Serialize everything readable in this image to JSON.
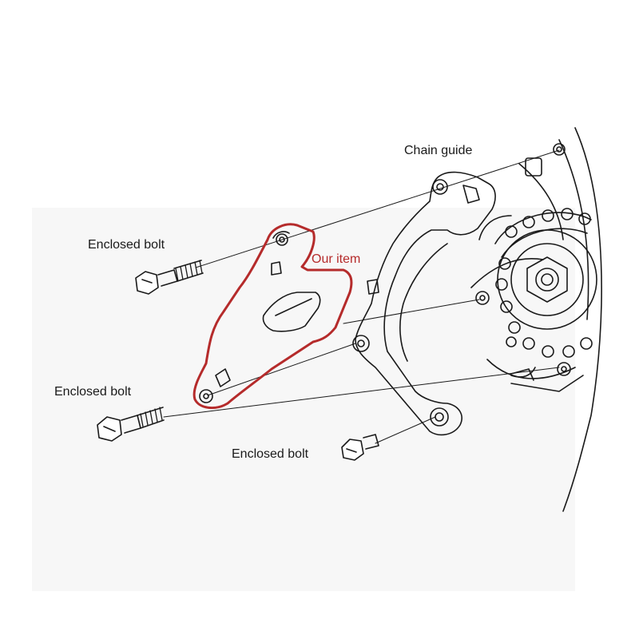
{
  "labels": {
    "chain_guide": "Chain guide",
    "bolt_top": "Enclosed bolt",
    "bolt_left": "Enclosed bolt",
    "bolt_bottom": "Enclosed bolt",
    "our_item": "Our item"
  },
  "colors": {
    "line": "#1a1a1a",
    "highlight": "#b52b2b",
    "background": "#ffffff"
  },
  "icons": [
    "bolt-icon",
    "sprocket-icon",
    "chain-icon"
  ]
}
